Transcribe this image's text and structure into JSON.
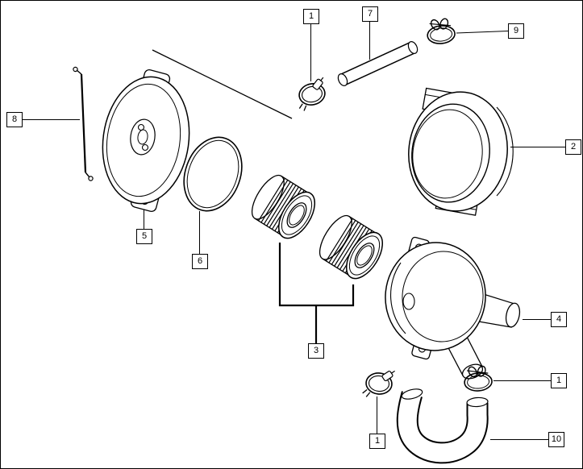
{
  "diagram": {
    "kind": "exploded-parts-diagram",
    "background": "#ffffff",
    "line_color": "#000000",
    "callouts": [
      {
        "label": "1",
        "target": "hose-clamp-top"
      },
      {
        "label": "7",
        "target": "intake-tube"
      },
      {
        "label": "9",
        "target": "wire-clamp-top"
      },
      {
        "label": "2",
        "target": "filter-sleeve"
      },
      {
        "label": "8",
        "target": "cover-screw"
      },
      {
        "label": "5",
        "target": "filter-cover"
      },
      {
        "label": "6",
        "target": "o-ring"
      },
      {
        "label": "3",
        "target": "filter-elements"
      },
      {
        "label": "4",
        "target": "air-box"
      },
      {
        "label": "1",
        "target": "hose-clamp-bottom"
      },
      {
        "label": "1",
        "target": "wire-clamp-right"
      },
      {
        "label": "10",
        "target": "intake-hose"
      }
    ]
  }
}
